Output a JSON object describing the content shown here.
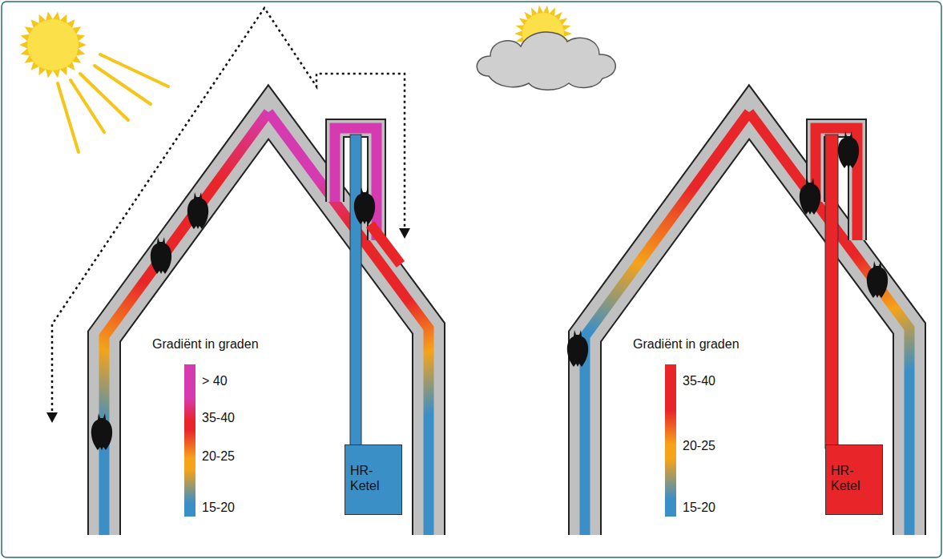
{
  "diagram": {
    "nodes": [
      {
        "text": [
          "HR- Ketel"
        ]
      },
      {
        "text": [
          "HR- Ketel"
        ]
      }
    ],
    "labels": [
      "Gradiënt in graden",
      "Gradiënt in graden"
    ],
    "legend": [
      {
        "text": "> 40",
        "color": "#d63ab0"
      },
      {
        "text": "35-40",
        "color": "#e8262a"
      },
      {
        "text": "20-25",
        "color": "#f5a31a"
      },
      {
        "text": "15-20",
        "color": "#3a8fc7"
      },
      {
        "text": "35-40",
        "color": "#e8262a"
      },
      {
        "text": "20-25",
        "color": "#f5a31a"
      },
      {
        "text": "15-20",
        "color": "#3a8fc7"
      }
    ]
  }
}
